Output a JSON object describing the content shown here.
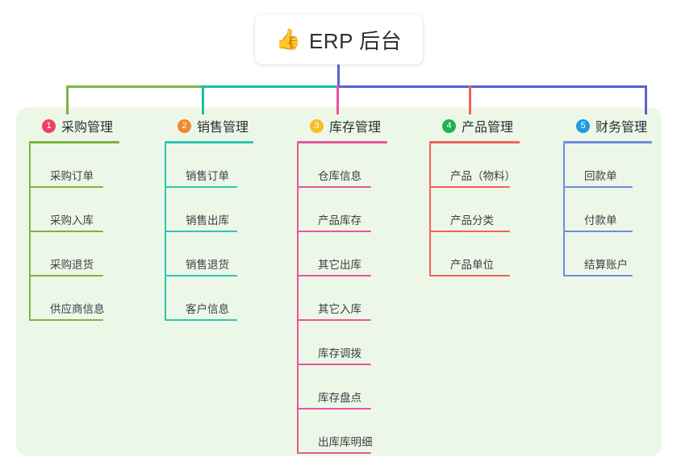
{
  "title": {
    "emoji": "👍",
    "emoji_name": "thumbs-up-icon",
    "text": "ERP 后台"
  },
  "colors": {
    "panel_bg": "#edf7e8",
    "stem": "#5b5fd6",
    "bus_green": "#7cb342",
    "bus_teal": "#17bfa8",
    "bus_indigo": "#5b5fd6"
  },
  "columns": [
    {
      "number": "1",
      "title": "采购管理",
      "badge_color": "#ef4060",
      "line_color": "#7cb342",
      "items": [
        {
          "label": "采购订单"
        },
        {
          "label": "采购入库"
        },
        {
          "label": "采购退货"
        },
        {
          "label": "供应商信息"
        }
      ]
    },
    {
      "number": "2",
      "title": "销售管理",
      "badge_color": "#f08a2c",
      "line_color": "#2ec4b6",
      "items": [
        {
          "label": "销售订单"
        },
        {
          "label": "销售出库"
        },
        {
          "label": "销售退货"
        },
        {
          "label": "客户信息"
        }
      ]
    },
    {
      "number": "3",
      "title": "库存管理",
      "badge_color": "#f5bf22",
      "line_color": "#e8559e",
      "items": [
        {
          "label": "仓库信息"
        },
        {
          "label": "产品库存"
        },
        {
          "label": "其它出库"
        },
        {
          "label": "其它入库"
        },
        {
          "label": "库存调拨"
        },
        {
          "label": "库存盘点"
        },
        {
          "label": "出库库明细"
        }
      ]
    },
    {
      "number": "4",
      "title": "产品管理",
      "badge_color": "#22b14c",
      "line_color": "#f2615c",
      "items": [
        {
          "label": "产品（物料）"
        },
        {
          "label": "产品分类"
        },
        {
          "label": "产品单位"
        }
      ]
    },
    {
      "number": "5",
      "title": "财务管理",
      "badge_color": "#1e9ae0",
      "line_color": "#6b8ede",
      "items": [
        {
          "label": "回款单"
        },
        {
          "label": "付款单"
        },
        {
          "label": "结算账户"
        }
      ]
    }
  ]
}
